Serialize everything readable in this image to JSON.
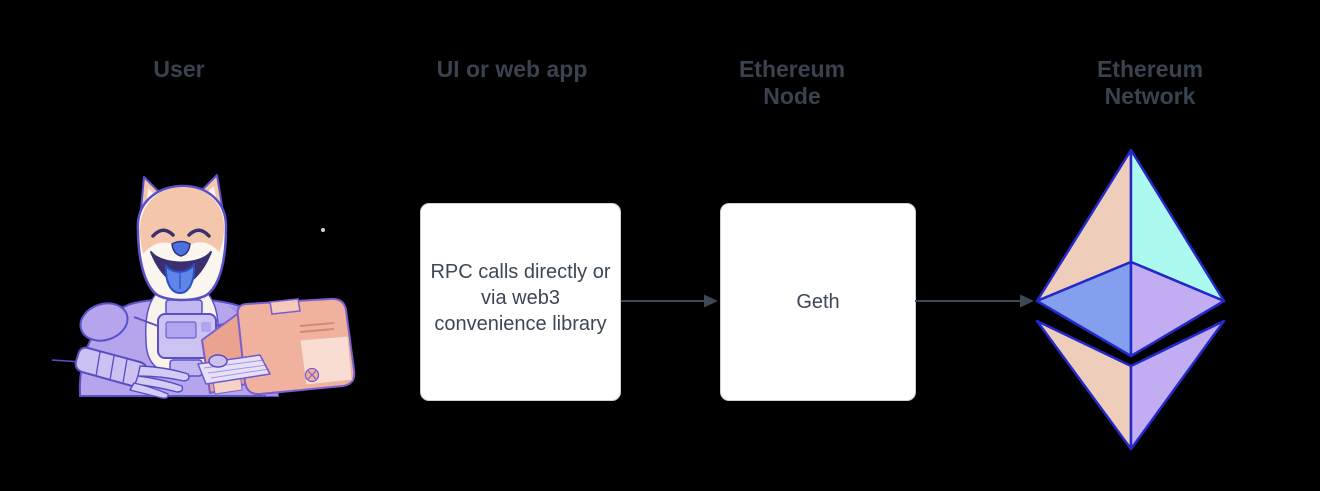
{
  "canvas": {
    "background_color": "#000000"
  },
  "headings": [
    {
      "id": "user",
      "label": "User"
    },
    {
      "id": "ui",
      "label": "UI or web app"
    },
    {
      "id": "node",
      "label": "Ethereum Node"
    },
    {
      "id": "network",
      "label": "Ethereum Network"
    }
  ],
  "nodes": {
    "rpc": {
      "text": "RPC calls directly or via web3 convenience library",
      "fill": "#ffffff",
      "text_color": "#3e4756"
    },
    "geth": {
      "text": "Geth",
      "fill": "#ffffff",
      "text_color": "#3e4756"
    }
  },
  "edges": [
    {
      "from": "UI or web app",
      "to": "Ethereum Node",
      "style": "solid-arrow"
    },
    {
      "from": "Ethereum Node",
      "to": "Ethereum Network",
      "style": "solid-arrow"
    }
  ],
  "icons": {
    "user_illustration": "doge-astronaut-at-computer",
    "network_illustration": "ethereum-diamond-logo"
  },
  "colors": {
    "heading_text": "#3a4250",
    "node_text": "#3e4756",
    "arrow": "#3e4755",
    "eth_stroke": "#2328c8",
    "eth_peach": "#eecdbb",
    "eth_mint": "#acf9f0",
    "eth_blue": "#849fee",
    "eth_purple": "#c2adf2",
    "doge_suit": "#b6a4ed",
    "doge_fur": "#f4c6ab",
    "doge_tongue": "#5e85ea",
    "computer_body": "#f0b19e"
  }
}
